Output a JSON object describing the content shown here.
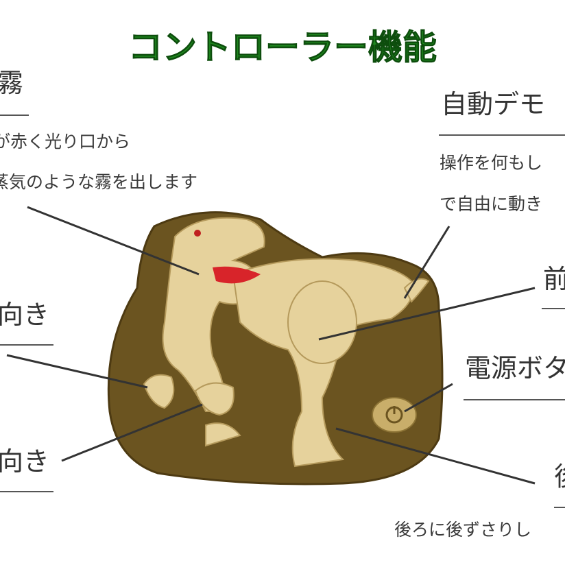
{
  "title": "コントローラー機能",
  "features": {
    "mist": {
      "heading": "霧",
      "line1": "が赤く光り口から",
      "line2": "蒸気のような霧を出します"
    },
    "left_turn": {
      "heading": "向き"
    },
    "right_turn": {
      "heading": "向き"
    },
    "auto_demo": {
      "heading": "自動デモ",
      "line1": "操作を何もし",
      "line2": "で自由に動き"
    },
    "forward": {
      "heading": "前"
    },
    "power": {
      "heading": "電源ボタ"
    },
    "backward": {
      "heading": "後",
      "line1": "後ろに後ずさりし"
    }
  },
  "colors": {
    "title": "#1f8a1f",
    "base": "#6b5420",
    "dinosaur": "#e6d29c",
    "mouth": "#d8242a"
  }
}
